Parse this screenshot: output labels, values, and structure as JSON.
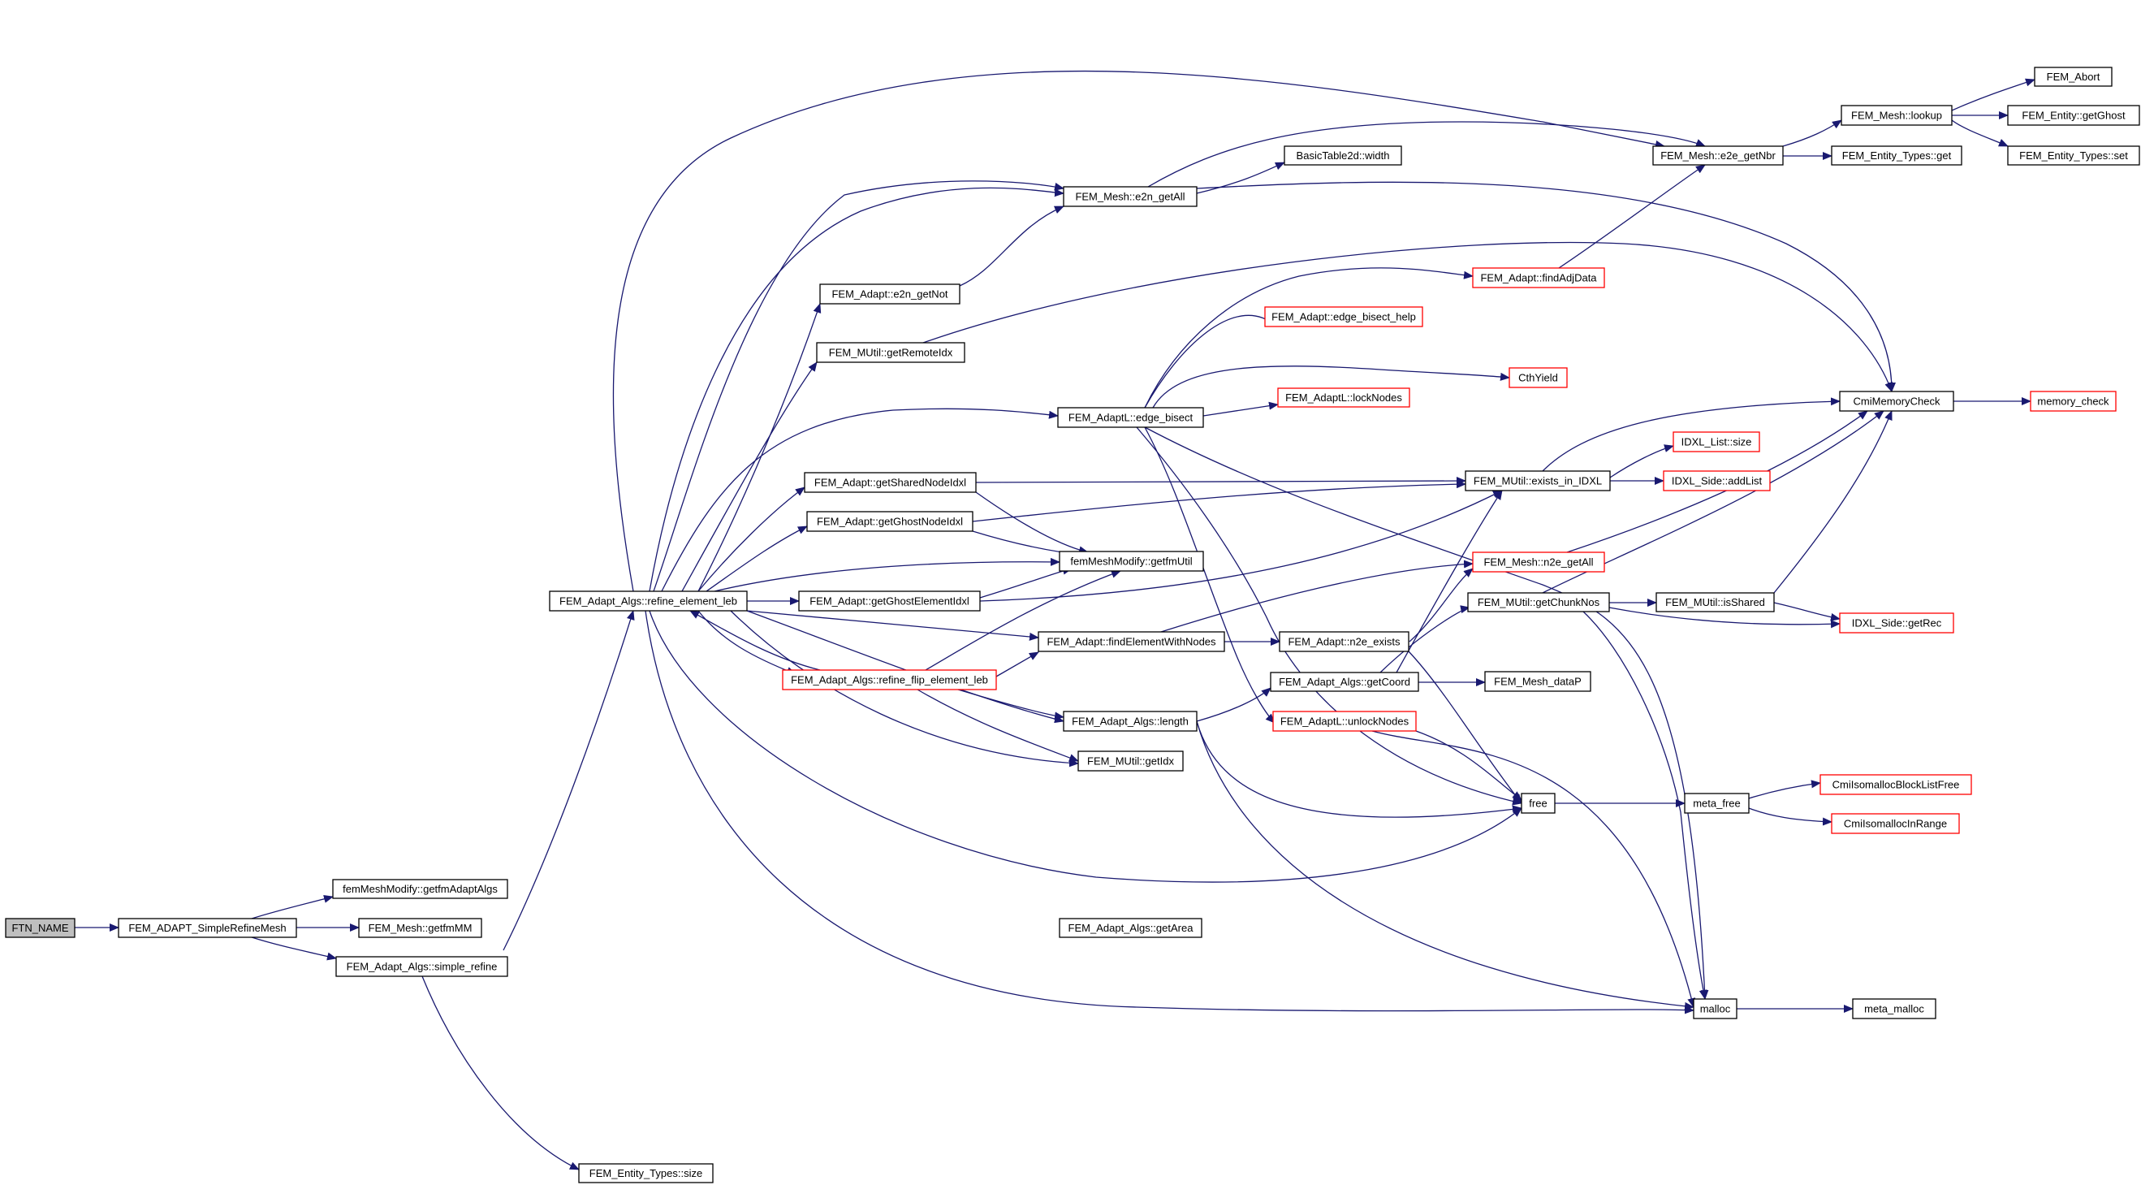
{
  "colors": {
    "edge": "#191970",
    "arrow": "#191970",
    "node_border_normal": "#000000",
    "node_border_truncated": "#ff0000",
    "root_fill": "#bfbfbf",
    "node_fill": "#ffffff"
  },
  "nodes": [
    {
      "id": "ftn",
      "label": "FTN_NAME",
      "style": "root"
    },
    {
      "id": "simplerefinemesh",
      "label": "FEM_ADAPT_SimpleRefineMesh",
      "style": "normal"
    },
    {
      "id": "getfmadaptalgs",
      "label": "femMeshModify::getfmAdaptAlgs",
      "style": "normal"
    },
    {
      "id": "getfmmm",
      "label": "FEM_Mesh::getfmMM",
      "style": "normal"
    },
    {
      "id": "simple_refine",
      "label": "FEM_Adapt_Algs::simple_refine",
      "style": "normal"
    },
    {
      "id": "refine_element_leb",
      "label": "FEM_Adapt_Algs::refine_element_leb",
      "style": "normal"
    },
    {
      "id": "et_size",
      "label": "FEM_Entity_Types::size",
      "style": "normal"
    },
    {
      "id": "e2n_getnot",
      "label": "FEM_Adapt::e2n_getNot",
      "style": "normal"
    },
    {
      "id": "getremoteidx",
      "label": "FEM_MUtil::getRemoteIdx",
      "style": "normal"
    },
    {
      "id": "getsharednodeidxl",
      "label": "FEM_Adapt::getSharedNodeIdxl",
      "style": "normal"
    },
    {
      "id": "getghostnodeidxl",
      "label": "FEM_Adapt::getGhostNodeIdxl",
      "style": "normal"
    },
    {
      "id": "getghostelementidxl",
      "label": "FEM_Adapt::getGhostElementIdxl",
      "style": "normal"
    },
    {
      "id": "refine_flip",
      "label": "FEM_Adapt_Algs::refine_flip_element_leb",
      "style": "truncated"
    },
    {
      "id": "e2n_getall",
      "label": "FEM_Mesh::e2n_getAll",
      "style": "normal"
    },
    {
      "id": "edge_bisect",
      "label": "FEM_AdaptL::edge_bisect",
      "style": "normal"
    },
    {
      "id": "getfmutil",
      "label": "femMeshModify::getfmUtil",
      "style": "normal"
    },
    {
      "id": "findelementwithnodes",
      "label": "FEM_Adapt::findElementWithNodes",
      "style": "normal"
    },
    {
      "id": "length",
      "label": "FEM_Adapt_Algs::length",
      "style": "normal"
    },
    {
      "id": "getidx",
      "label": "FEM_MUtil::getIdx",
      "style": "normal"
    },
    {
      "id": "getarea",
      "label": "FEM_Adapt_Algs::getArea",
      "style": "normal"
    },
    {
      "id": "width",
      "label": "BasicTable2d::width",
      "style": "normal"
    },
    {
      "id": "edge_bisect_help",
      "label": "FEM_Adapt::edge_bisect_help",
      "style": "truncated"
    },
    {
      "id": "locknodes",
      "label": "FEM_AdaptL::lockNodes",
      "style": "truncated"
    },
    {
      "id": "n2e_exists",
      "label": "FEM_Adapt::n2e_exists",
      "style": "normal"
    },
    {
      "id": "getcoord",
      "label": "FEM_Adapt_Algs::getCoord",
      "style": "normal"
    },
    {
      "id": "unlocknodes",
      "label": "FEM_AdaptL::unlockNodes",
      "style": "truncated"
    },
    {
      "id": "findadjdata",
      "label": "FEM_Adapt::findAdjData",
      "style": "truncated"
    },
    {
      "id": "cthyield",
      "label": "CthYield",
      "style": "truncated"
    },
    {
      "id": "exists_in_idxl",
      "label": "FEM_MUtil::exists_in_IDXL",
      "style": "normal"
    },
    {
      "id": "n2e_getall",
      "label": "FEM_Mesh::n2e_getAll",
      "style": "truncated"
    },
    {
      "id": "getchunknos",
      "label": "FEM_MUtil::getChunkNos",
      "style": "normal"
    },
    {
      "id": "free",
      "label": "free",
      "style": "normal"
    },
    {
      "id": "malloc",
      "label": "malloc",
      "style": "normal"
    },
    {
      "id": "mesh_datap",
      "label": "FEM_Mesh_dataP",
      "style": "normal"
    },
    {
      "id": "e2e_getnbr",
      "label": "FEM_Mesh::e2e_getNbr",
      "style": "normal"
    },
    {
      "id": "idxl_list_size",
      "label": "IDXL_List::size",
      "style": "truncated"
    },
    {
      "id": "addlist",
      "label": "IDXL_Side::addList",
      "style": "truncated"
    },
    {
      "id": "isshared",
      "label": "FEM_MUtil::isShared",
      "style": "normal"
    },
    {
      "id": "meta_free",
      "label": "meta_free",
      "style": "normal"
    },
    {
      "id": "meta_malloc",
      "label": "meta_malloc",
      "style": "normal"
    },
    {
      "id": "lookup",
      "label": "FEM_Mesh::lookup",
      "style": "normal"
    },
    {
      "id": "et_get",
      "label": "FEM_Entity_Types::get",
      "style": "normal"
    },
    {
      "id": "cmimemorycheck",
      "label": "CmiMemoryCheck",
      "style": "normal"
    },
    {
      "id": "getrec",
      "label": "IDXL_Side::getRec",
      "style": "truncated"
    },
    {
      "id": "blocklistfree",
      "label": "CmiIsomallocBlockListFree",
      "style": "truncated"
    },
    {
      "id": "inrange",
      "label": "CmiIsomallocInRange",
      "style": "truncated"
    },
    {
      "id": "fem_abort",
      "label": "FEM_Abort",
      "style": "normal"
    },
    {
      "id": "getghost",
      "label": "FEM_Entity::getGhost",
      "style": "normal"
    },
    {
      "id": "et_set",
      "label": "FEM_Entity_Types::set",
      "style": "normal"
    },
    {
      "id": "memory_check",
      "label": "memory_check",
      "style": "truncated"
    }
  ]
}
